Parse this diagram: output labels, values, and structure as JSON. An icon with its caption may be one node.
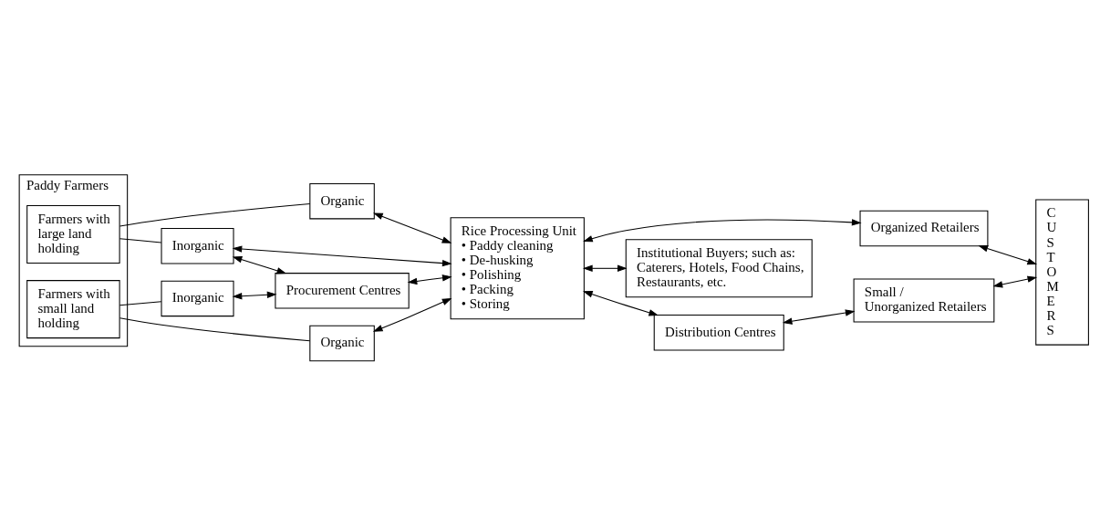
{
  "diagram": {
    "nodes": [
      {
        "text": [
          "Paddy Farmers"
        ]
      },
      {
        "text": [
          "Farmers with large land holding"
        ],
        "in": 0
      },
      {
        "text": [
          "Farmers with small land holding"
        ],
        "in": 0
      },
      {
        "text": [
          "Organic"
        ]
      },
      {
        "text": [
          "Inorganic"
        ]
      },
      {
        "text": [
          "Organic"
        ]
      },
      {
        "text": [
          "Inorganic"
        ]
      },
      {
        "text": [
          "Rice Processing Unit",
          "• Paddy cleaning",
          "• De-husking",
          "• Polishing",
          "• Packing",
          "• Storing"
        ]
      },
      {
        "text": [
          "Procurement Centres"
        ]
      },
      {
        "text": [
          "Organized Retailers"
        ]
      },
      {
        "text": [
          "Institutional Buyers; such as: Caterers, Hotels, Food Chains, Restaurants, etc."
        ]
      },
      {
        "text": [
          "Distribution Centres"
        ]
      },
      {
        "text": [
          "Small / Unorganized Retailers"
        ]
      },
      {
        "text": [
          "C U S T O M E R S"
        ]
      }
    ],
    "edges": [
      {
        "from": 1,
        "to": 3,
        "arrow": "none"
      },
      {
        "from": 1,
        "to": 4,
        "arrow": "none"
      },
      {
        "from": 2,
        "to": 5,
        "arrow": "none"
      },
      {
        "from": 2,
        "to": 6,
        "arrow": "none"
      },
      {
        "from": 3,
        "to": 7,
        "arrow": "both"
      },
      {
        "from": 4,
        "to": 7,
        "arrow": "both"
      },
      {
        "from": 5,
        "to": 7,
        "arrow": "both"
      },
      {
        "from": 4,
        "to": 8,
        "arrow": "both"
      },
      {
        "from": 6,
        "to": 8,
        "arrow": "both"
      },
      {
        "from": 8,
        "to": 7,
        "arrow": "both"
      },
      {
        "from": 7,
        "to": 9,
        "arrow": "both"
      },
      {
        "from": 7,
        "to": 10,
        "arrow": "both"
      },
      {
        "from": 7,
        "to": 11,
        "arrow": "both"
      },
      {
        "from": 11,
        "to": 12,
        "arrow": "both"
      },
      {
        "from": 9,
        "to": 13,
        "arrow": "both"
      },
      {
        "from": 12,
        "to": 13,
        "arrow": "both"
      }
    ]
  }
}
